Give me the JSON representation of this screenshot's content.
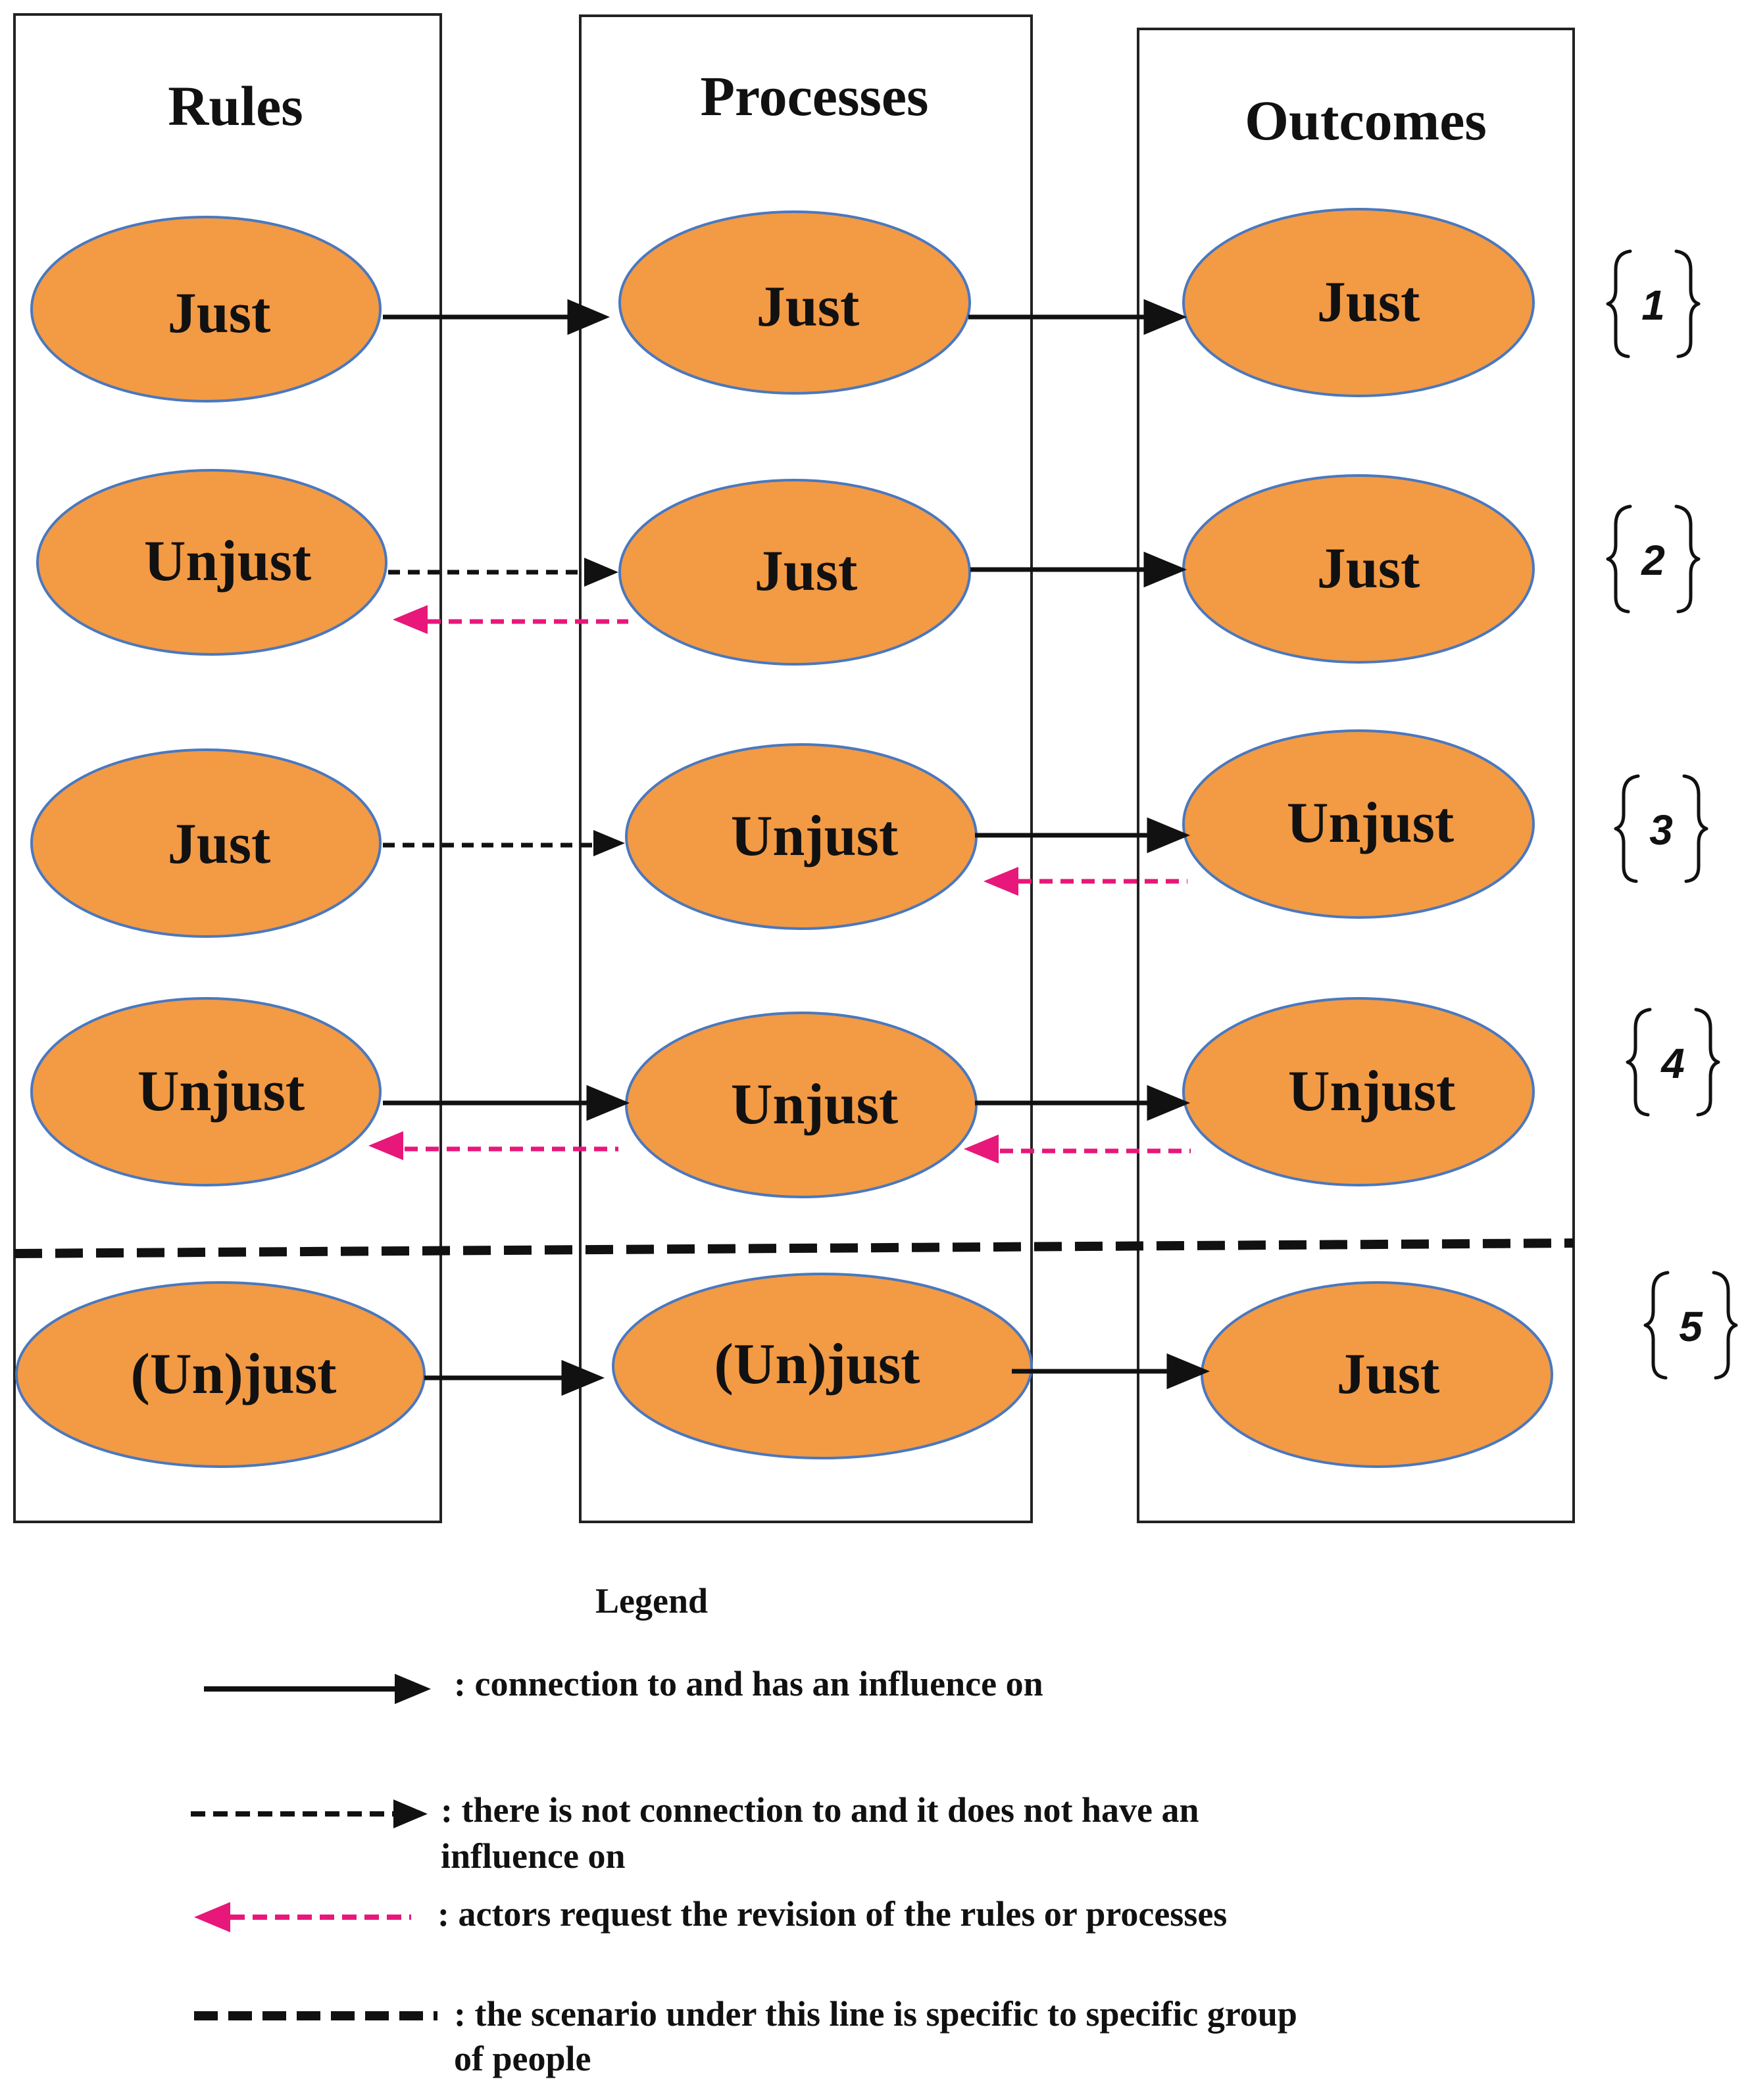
{
  "columns": {
    "rules": "Rules",
    "processes": "Processes",
    "outcomes": "Outcomes"
  },
  "scenarios": [
    {
      "number": "1",
      "rules": "Just",
      "processes": "Just",
      "outcomes": "Just"
    },
    {
      "number": "2",
      "rules": "Unjust",
      "processes": "Just",
      "outcomes": "Just"
    },
    {
      "number": "3",
      "rules": "Just",
      "processes": "Unjust",
      "outcomes": "Unjust"
    },
    {
      "number": "4",
      "rules": "Unjust",
      "processes": "Unjust",
      "outcomes": "Unjust"
    },
    {
      "number": "5",
      "rules": "(Un)just",
      "processes": "(Un)just",
      "outcomes": "Just"
    }
  ],
  "legend": {
    "title": "Legend",
    "solid_arrow": ": connection to and  has an influence on",
    "dotted_arrow_line1": ": there is not connection to and it does not have an",
    "dotted_arrow_line2": "influence on",
    "pink_arrow": ": actors request the revision of the rules or processes",
    "dashed_line_line1": ": the scenario under this line is specific to specific group",
    "dashed_line_line2": "of people"
  },
  "colors": {
    "node_fill": "#F39A45",
    "node_stroke": "#4A78BE",
    "revision_arrow": "#E8177A",
    "connector": "#111111"
  }
}
